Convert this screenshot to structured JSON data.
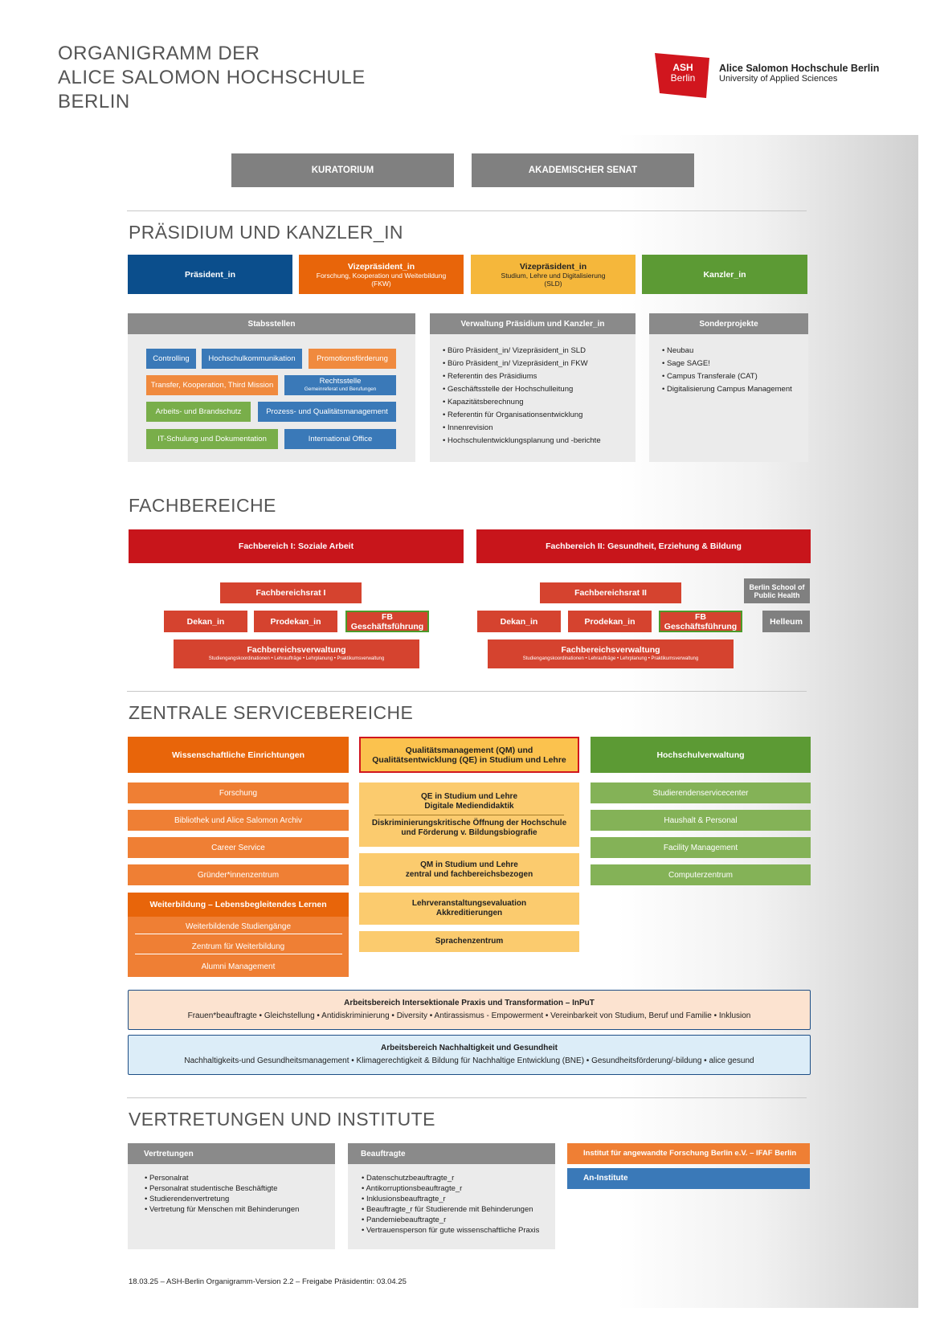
{
  "header": {
    "title_lines": [
      "ORGANIGRAMM DER",
      "ALICE SALOMON HOCHSCHULE",
      "BERLIN"
    ],
    "logo_line1": "ASH",
    "logo_line2": "Berlin",
    "org_name": "Alice Salomon Hochschule Berlin",
    "org_sub": "University of Applied Sciences"
  },
  "top_boxes": [
    "KURATORIUM",
    "AKADEMISCHER SENAT"
  ],
  "praesidium": {
    "heading": "PRÄSIDIUM UND KANZLER_IN",
    "leaders": [
      {
        "title": "Präsident_in",
        "sub": ""
      },
      {
        "title": "Vizepräsident_in",
        "sub": "Forschung, Kooperation und Weiterbildung",
        "sub2": "(FKW)"
      },
      {
        "title": "Vizepräsident_in",
        "sub": "Studium, Lehre und Digitalisierung",
        "sub2": "(SLD)"
      },
      {
        "title": "Kanzler_in",
        "sub": ""
      }
    ],
    "stabsstellen": {
      "head": "Stabsstellen",
      "chips": [
        "Controlling",
        "Hochschulkommunikation",
        "Promotionsförderung",
        "Transfer, Kooperation, Third Mission",
        "Rechtsstelle",
        "Gemeinreferat und Berufungen",
        "Arbeits- und Brandschutz",
        "Prozess- und Qualitätsmanagement",
        "IT-Schulung und Dokumentation",
        "International Office"
      ]
    },
    "verwaltung": {
      "head": "Verwaltung Präsidium und Kanzler_in",
      "items": [
        "• Büro Präsident_in/ Vizepräsident_in SLD",
        "• Büro Präsident_in/ Vizepräsident_in FKW",
        "• Referentin des Präsidiums",
        "• Geschäftsstelle der Hochschulleitung",
        "• Kapazitätsberechnung",
        "• Referentin für Organisationsentwicklung",
        "• Innenrevision",
        "• Hochschulentwicklungsplanung und -berichte"
      ]
    },
    "sonder": {
      "head": "Sonderprojekte",
      "items": [
        "• Neubau",
        "• Sage SAGE!",
        "• Campus Transferale (CAT)",
        "• Digitalisierung Campus Management"
      ]
    }
  },
  "fachbereiche": {
    "heading": "FACHBEREICHE",
    "fb1": "Fachbereich I: Soziale Arbeit",
    "fb2": "Fachbereich II: Gesundheit, Erziehung & Bildung",
    "rat1": "Fachbereichsrat I",
    "rat2": "Fachbereichsrat II",
    "dekan": "Dekan_in",
    "prodekan": "Prodekan_in",
    "gf": "FB Geschäftsführung",
    "verw": "Fachbereichsverwaltung",
    "verw_sub": "Studiengangskoordinationen  •  Lehraufträge  •  Lehrplanung  •  Praktikumsverwaltung",
    "bsph": "Berlin School of Public Health",
    "helleum": "Helleum"
  },
  "service": {
    "heading": "ZENTRALE SERVICEBEREICHE",
    "col1_head": "Wissenschaftliche Einrichtungen",
    "col1_items": [
      "Forschung",
      "Bibliothek und Alice Salomon Archiv",
      "Career Service",
      "Gründer*innenzentrum"
    ],
    "weiter_head": "Weiterbildung – Lebensbegleitendes Lernen",
    "weiter_items": [
      "Weiterbildende Studiengänge",
      "Zentrum für Weiterbildung",
      "Alumni Management"
    ],
    "col2_head1": "Qualitätsmanagement (QM) und",
    "col2_head2": "Qualitätsentwicklung (QE) in Studium und Lehre",
    "qe1": "QE in Studium und Lehre",
    "qe2": "Digitale Mediendidaktik",
    "qe3": "Diskriminierungskritische Öffnung der Hochschule",
    "qe4": "und Förderung v. Bildungsbiografie",
    "qm1": "QM in Studium und Lehre",
    "qm2": "zentral und fachbereichsbezogen",
    "lv1": "Lehrveranstaltungsevaluation",
    "lv2": "Akkreditierungen",
    "sprach": "Sprachenzentrum",
    "col3_head": "Hochschulverwaltung",
    "col3_items": [
      "Studierendenservicecenter",
      "Haushalt & Personal",
      "Facility Management",
      "Computerzentrum"
    ],
    "inpu_head": "Arbeitsbereich Intersektionale Praxis und Transformation – InPuT",
    "inpu_line": "Frauen*beauftragte  •  Gleichstellung  •  Antidiskriminierung  •  Diversity  •  Antirassismus - Empowerment  •  Vereinbarkeit von Studium, Beruf und Familie  •  Inklusion",
    "nach_head": "Arbeitsbereich Nachhaltigkeit und Gesundheit",
    "nach_line": "Nachhaltigkeits-und Gesundheitsmanagement  •  Klimagerechtigkeit & Bildung für Nachhaltige Entwicklung (BNE)  •  Gesundheitsförderung/-bildung  •  alice gesund"
  },
  "vertretungen": {
    "heading": "VERTRETUNGEN UND INSTITUTE",
    "v_head": "Vertretungen",
    "v_items": [
      "• Personalrat",
      "• Personalrat studentische Beschäftigte",
      "• Studierendenvertretung",
      "• Vertretung  für Menschen mit Behinderungen"
    ],
    "b_head": "Beauftragte",
    "b_items": [
      "• Datenschutzbeauftragte_r",
      "• Antikorruptionsbeauftragte_r",
      "• Inklusionsbeauftragte_r",
      "• Beauftragte_r für Studierende mit Behinderungen",
      "• Pandemiebeauftragte_r",
      "• Vertrauensperson für gute wissenschaftliche Praxis"
    ],
    "ifaf": "Institut für angewandte Forschung Berlin e.V. – IFAF Berlin",
    "an": "An-Institute"
  },
  "footer": "18.03.25 – ASH-Berlin Organigramm-Version 2.2 – Freigabe Präsidentin: 03.04.25",
  "colors": {
    "blue": "#0b4e8c",
    "orange": "#e8650a",
    "yellow": "#f5b73b",
    "green": "#5c9a34",
    "red": "#c8151b"
  }
}
